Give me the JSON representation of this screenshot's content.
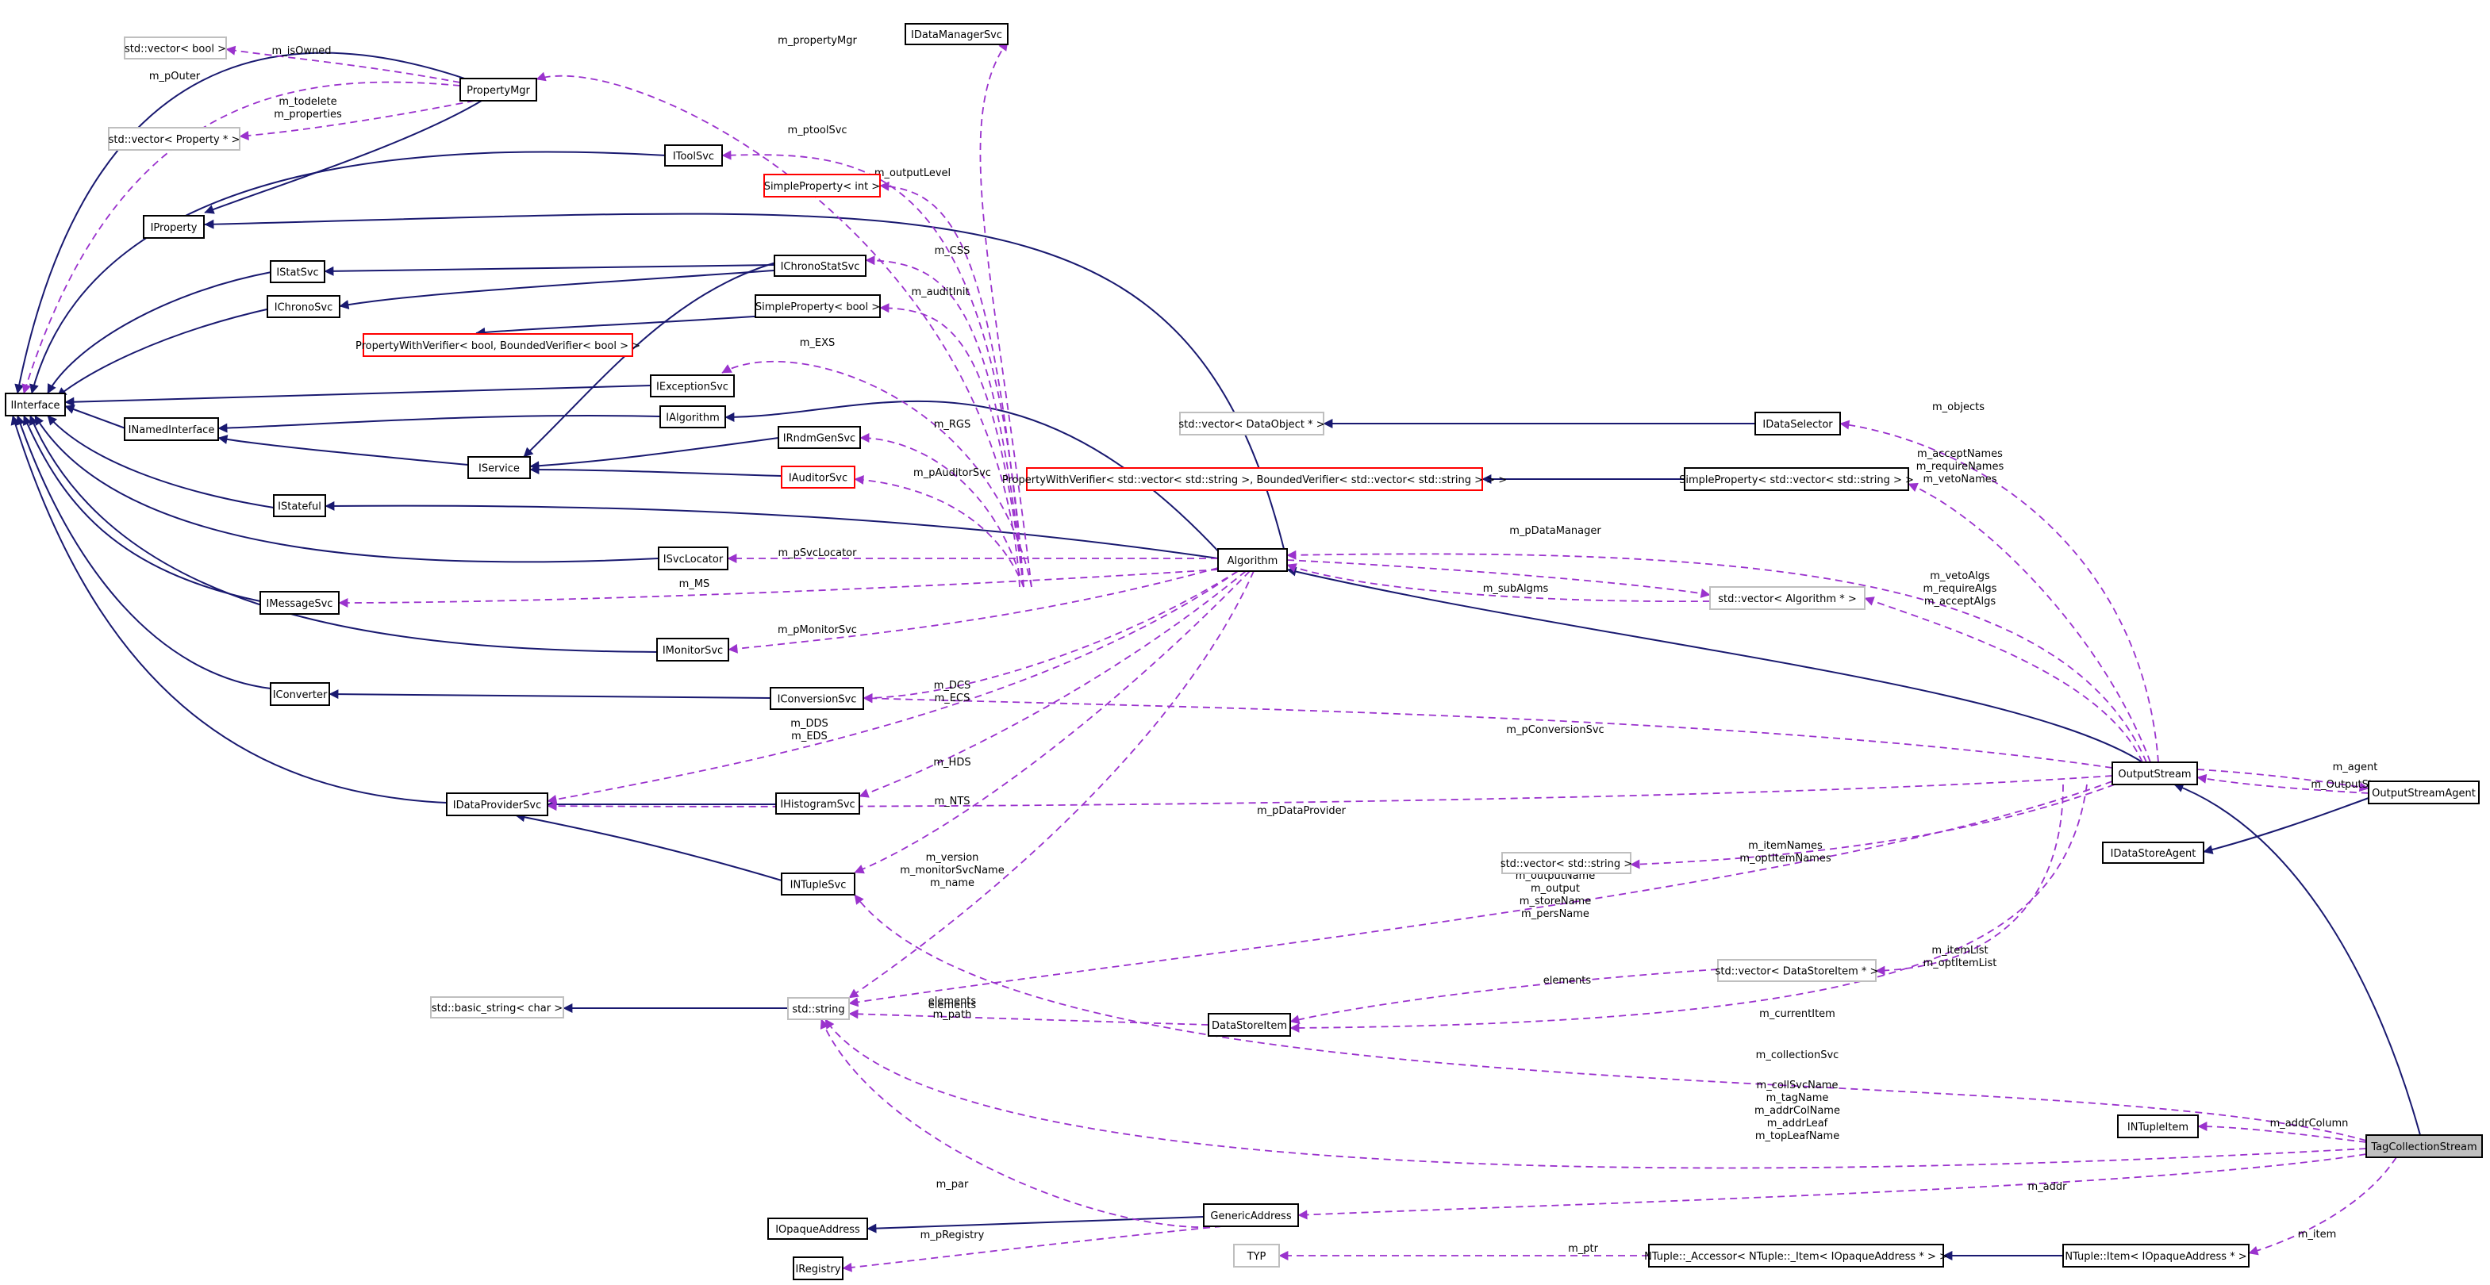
{
  "diagram": {
    "nodes": [
      {
        "id": "IDataManagerSvc",
        "label": "IDataManagerSvc",
        "style": "normal"
      },
      {
        "id": "vecbool",
        "label": "std::vector< bool >",
        "style": "ext"
      },
      {
        "id": "PropertyMgr",
        "label": "PropertyMgr",
        "style": "normal"
      },
      {
        "id": "vecProperty",
        "label": "std::vector< Property * >",
        "style": "ext"
      },
      {
        "id": "IToolSvc",
        "label": "IToolSvc",
        "style": "normal"
      },
      {
        "id": "SimplePropertyInt",
        "label": "SimpleProperty< int >",
        "style": "warn"
      },
      {
        "id": "IProperty",
        "label": "IProperty",
        "style": "normal"
      },
      {
        "id": "IStatSvc",
        "label": "IStatSvc",
        "style": "normal"
      },
      {
        "id": "IChronoStatSvc",
        "label": "IChronoStatSvc",
        "style": "normal"
      },
      {
        "id": "IChronoSvc",
        "label": "IChronoSvc",
        "style": "normal"
      },
      {
        "id": "SimplePropertyBool",
        "label": "SimpleProperty< bool >",
        "style": "normal"
      },
      {
        "id": "PWVbool",
        "label": "PropertyWithVerifier< bool, BoundedVerifier< bool > >",
        "style": "warn"
      },
      {
        "id": "IInterface",
        "label": "IInterface",
        "style": "normal"
      },
      {
        "id": "IExceptionSvc",
        "label": "IExceptionSvc",
        "style": "normal"
      },
      {
        "id": "INamedInterface",
        "label": "INamedInterface",
        "style": "normal"
      },
      {
        "id": "IAlgorithm",
        "label": "IAlgorithm",
        "style": "normal"
      },
      {
        "id": "IRndmGenSvc",
        "label": "IRndmGenSvc",
        "style": "normal"
      },
      {
        "id": "IService",
        "label": "IService",
        "style": "normal"
      },
      {
        "id": "IAuditorSvc",
        "label": "IAuditorSvc",
        "style": "warn"
      },
      {
        "id": "IStateful",
        "label": "IStateful",
        "style": "normal"
      },
      {
        "id": "ISvcLocator",
        "label": "ISvcLocator",
        "style": "normal"
      },
      {
        "id": "IMessageSvc",
        "label": "IMessageSvc",
        "style": "normal"
      },
      {
        "id": "IMonitorSvc",
        "label": "IMonitorSvc",
        "style": "normal"
      },
      {
        "id": "IConverter",
        "label": "IConverter",
        "style": "normal"
      },
      {
        "id": "IConversionSvc",
        "label": "IConversionSvc",
        "style": "normal"
      },
      {
        "id": "IDataProviderSvc",
        "label": "IDataProviderSvc",
        "style": "normal"
      },
      {
        "id": "IHistogramSvc",
        "label": "IHistogramSvc",
        "style": "normal"
      },
      {
        "id": "INTupleSvc",
        "label": "INTupleSvc",
        "style": "normal"
      },
      {
        "id": "basicstring",
        "label": "std::basic_string< char >",
        "style": "ext"
      },
      {
        "id": "stdstring",
        "label": "std::string",
        "style": "ext"
      },
      {
        "id": "IOpaqueAddress",
        "label": "IOpaqueAddress",
        "style": "normal"
      },
      {
        "id": "IRegistry",
        "label": "IRegistry",
        "style": "normal"
      },
      {
        "id": "Algorithm",
        "label": "Algorithm",
        "style": "normal"
      },
      {
        "id": "vecDataObject",
        "label": "std::vector< DataObject * >",
        "style": "ext"
      },
      {
        "id": "IDataSelector",
        "label": "IDataSelector",
        "style": "normal"
      },
      {
        "id": "PWVvecstring",
        "label": "PropertyWithVerifier< std::vector< std::string >, BoundedVerifier< std::vector< std::string > > >",
        "style": "warn"
      },
      {
        "id": "SPvecstring",
        "label": "SimpleProperty< std::vector< std::string > >",
        "style": "normal"
      },
      {
        "id": "vecAlgorithm",
        "label": "std::vector< Algorithm * >",
        "style": "ext"
      },
      {
        "id": "vecstdstring",
        "label": "std::vector< std::string >",
        "style": "ext"
      },
      {
        "id": "vecDataStoreItem",
        "label": "std::vector< DataStoreItem * >",
        "style": "ext"
      },
      {
        "id": "DataStoreItem",
        "label": "DataStoreItem",
        "style": "normal"
      },
      {
        "id": "GenericAddress",
        "label": "GenericAddress",
        "style": "normal"
      },
      {
        "id": "TYP",
        "label": "TYP",
        "style": "ext"
      },
      {
        "id": "NTAccessor",
        "label": "NTuple::_Accessor< NTuple::_Item< IOpaqueAddress * > >",
        "style": "normal"
      },
      {
        "id": "NTItem",
        "label": "NTuple::Item< IOpaqueAddress * >",
        "style": "normal"
      },
      {
        "id": "INTupleItem",
        "label": "INTupleItem",
        "style": "normal"
      },
      {
        "id": "OutputStream",
        "label": "OutputStream",
        "style": "normal"
      },
      {
        "id": "OutputStreamAgent",
        "label": "OutputStreamAgent",
        "style": "normal"
      },
      {
        "id": "IDataStoreAgent",
        "label": "IDataStoreAgent",
        "style": "normal"
      },
      {
        "id": "TagCollectionStream",
        "label": "TagCollectionStream",
        "style": "main"
      }
    ],
    "edge_labels": [
      "m_isOwned",
      "m_pOuter",
      "m_todelete\nm_properties",
      "m_propertyMgr",
      "m_ptoolSvc",
      "m_outputLevel",
      "m_CSS",
      "m_auditInit",
      "m_EXS",
      "m_RGS",
      "m_pAuditorSvc",
      "m_pSvcLocator",
      "m_MS",
      "m_pMonitorSvc",
      "m_DCS\nm_ECS",
      "m_DDS\nm_EDS",
      "m_HDS",
      "m_NTS",
      "m_version\nm_monitorSvcName\nm_name",
      "elements",
      "m_subAlgms",
      "m_objects",
      "m_acceptNames\nm_requireNames\nm_vetoNames",
      "m_pDataManager",
      "m_vetoAlgs\nm_requireAlgs\nm_acceptAlgs",
      "m_pConversionSvc",
      "m_pDataProvider",
      "m_agent",
      "m_OutputStream",
      "m_itemNames\nm_optItemNames",
      "m_outputType\nm_outputName\nm_output\nm_storeName\nm_persName",
      "elements",
      "m_itemList\nm_optItemList",
      "elements",
      "m_path",
      "m_currentItem",
      "m_collectionSvc",
      "m_collSvcName\nm_tagName\nm_addrColName\nm_addrLeaf\nm_topLeafName",
      "m_addrColumn",
      "m_par",
      "m_addr",
      "m_pRegistry",
      "m_ptr",
      "m_item"
    ]
  }
}
